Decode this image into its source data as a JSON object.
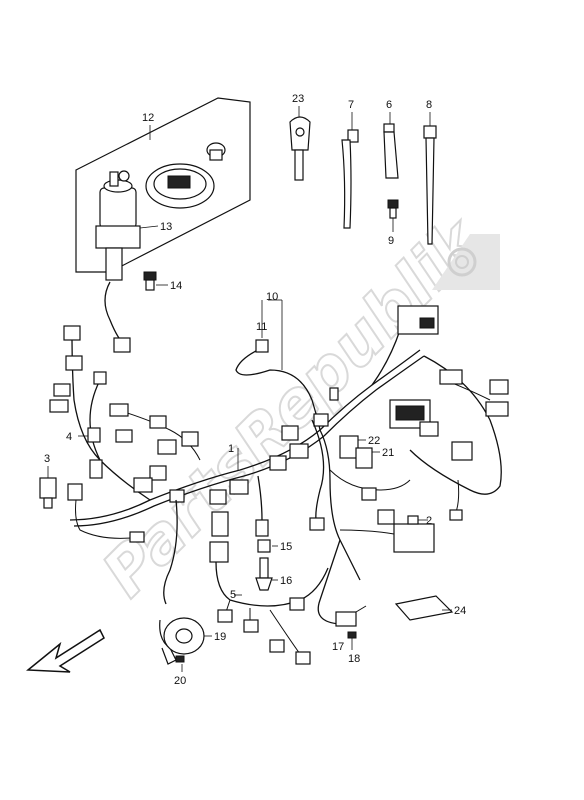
{
  "watermark": {
    "text": "PartsRepublik"
  },
  "callouts": [
    {
      "id": "c1",
      "text": "1"
    },
    {
      "id": "c2",
      "text": "2"
    },
    {
      "id": "c3",
      "text": "3"
    },
    {
      "id": "c4",
      "text": "4"
    },
    {
      "id": "c5",
      "text": "5"
    },
    {
      "id": "c6",
      "text": "6"
    },
    {
      "id": "c7",
      "text": "7"
    },
    {
      "id": "c8",
      "text": "8"
    },
    {
      "id": "c9",
      "text": "9"
    },
    {
      "id": "c10",
      "text": "10"
    },
    {
      "id": "c11",
      "text": "11"
    },
    {
      "id": "c12",
      "text": "12"
    },
    {
      "id": "c13",
      "text": "13"
    },
    {
      "id": "c14",
      "text": "14"
    },
    {
      "id": "c15",
      "text": "15"
    },
    {
      "id": "c16",
      "text": "16"
    },
    {
      "id": "c17",
      "text": "17"
    },
    {
      "id": "c18",
      "text": "18"
    },
    {
      "id": "c19",
      "text": "19"
    },
    {
      "id": "c20",
      "text": "20"
    },
    {
      "id": "c21",
      "text": "21"
    },
    {
      "id": "c22",
      "text": "22"
    },
    {
      "id": "c23",
      "text": "23"
    },
    {
      "id": "c24",
      "text": "24"
    }
  ]
}
